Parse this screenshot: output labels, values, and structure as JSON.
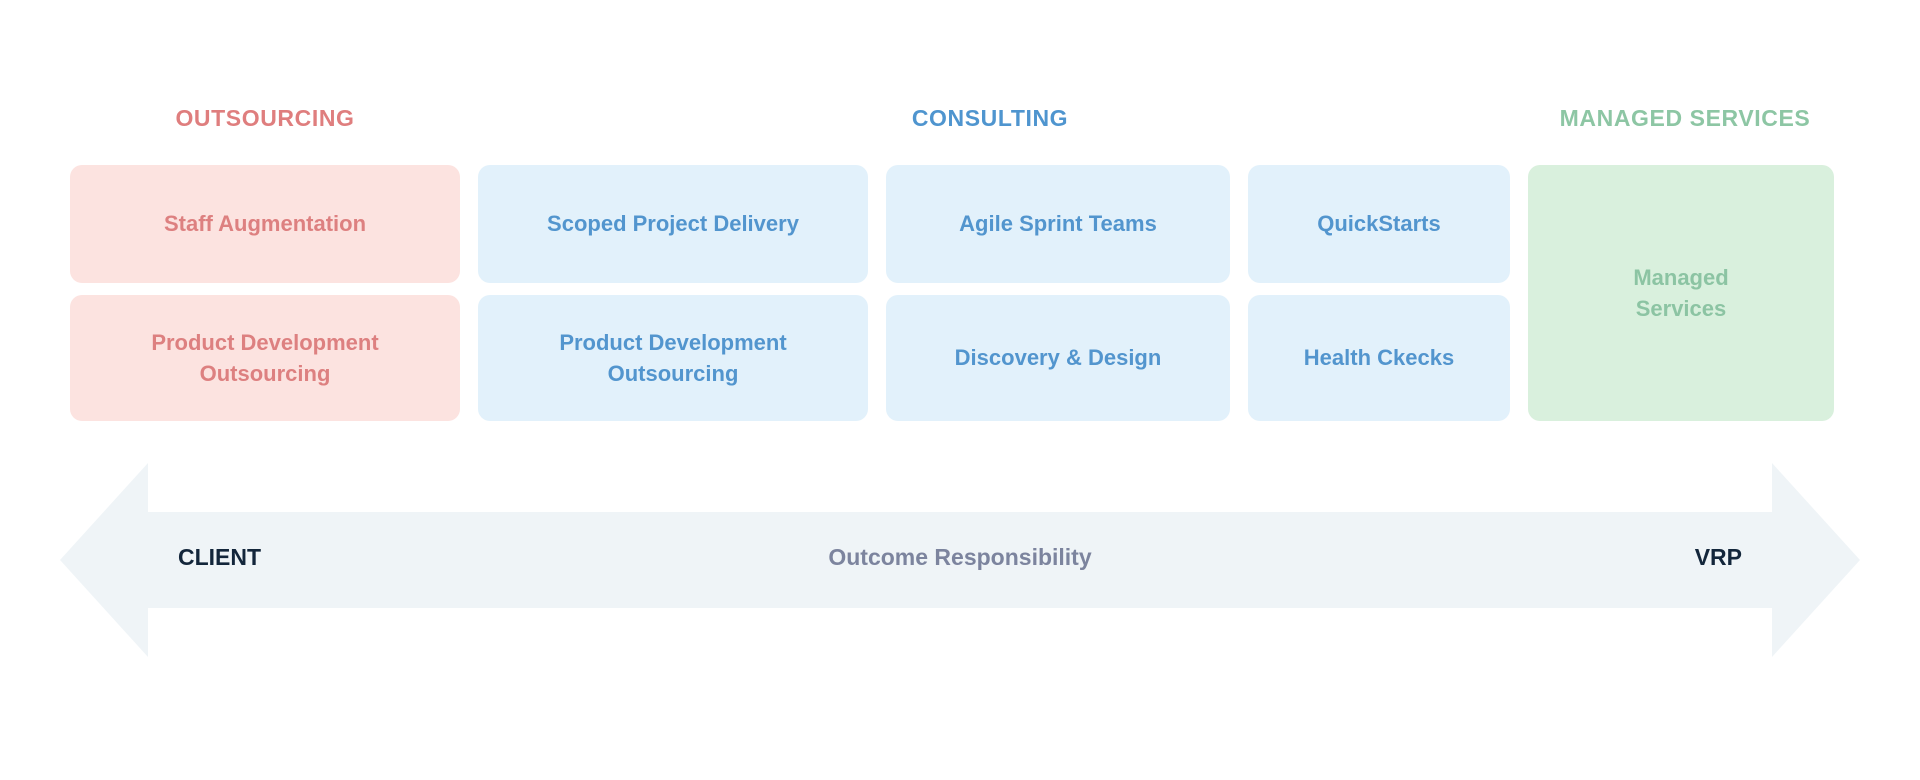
{
  "headers": {
    "outsourcing": "OUTSOURCING",
    "consulting": "CONSULTING",
    "managed_services": "MANAGED SERVICES"
  },
  "cards": {
    "outsourcing_row1": "Staff Augmentation",
    "outsourcing_row2": "Product Development\nOutsourcing",
    "consulting_a_row1": "Scoped Project Delivery",
    "consulting_a_row2": "Product Development\nOutsourcing",
    "consulting_b_row1": "Agile Sprint Teams",
    "consulting_b_row2": "Discovery & Design",
    "consulting_c_row1": "QuickStarts",
    "consulting_c_row2": "Health Ckecks",
    "managed_services": "Managed\nServices"
  },
  "arrow": {
    "left_label": "CLIENT",
    "center_label": "Outcome Responsibility",
    "right_label": "VRP"
  },
  "colors": {
    "outsourcing_accent": "#DF7E7E",
    "consulting_accent": "#4F95CF",
    "managed_accent": "#8DC6A4",
    "pink_card_bg": "#FCE3E0",
    "blue_card_bg": "#E2F1FB",
    "green_card_bg": "#D9F0DD",
    "arrow_fill": "#EFF4F7",
    "arrow_label_dark": "#13263B",
    "arrow_label_muted": "#7C849E",
    "page_background": "#FFFFFF"
  }
}
